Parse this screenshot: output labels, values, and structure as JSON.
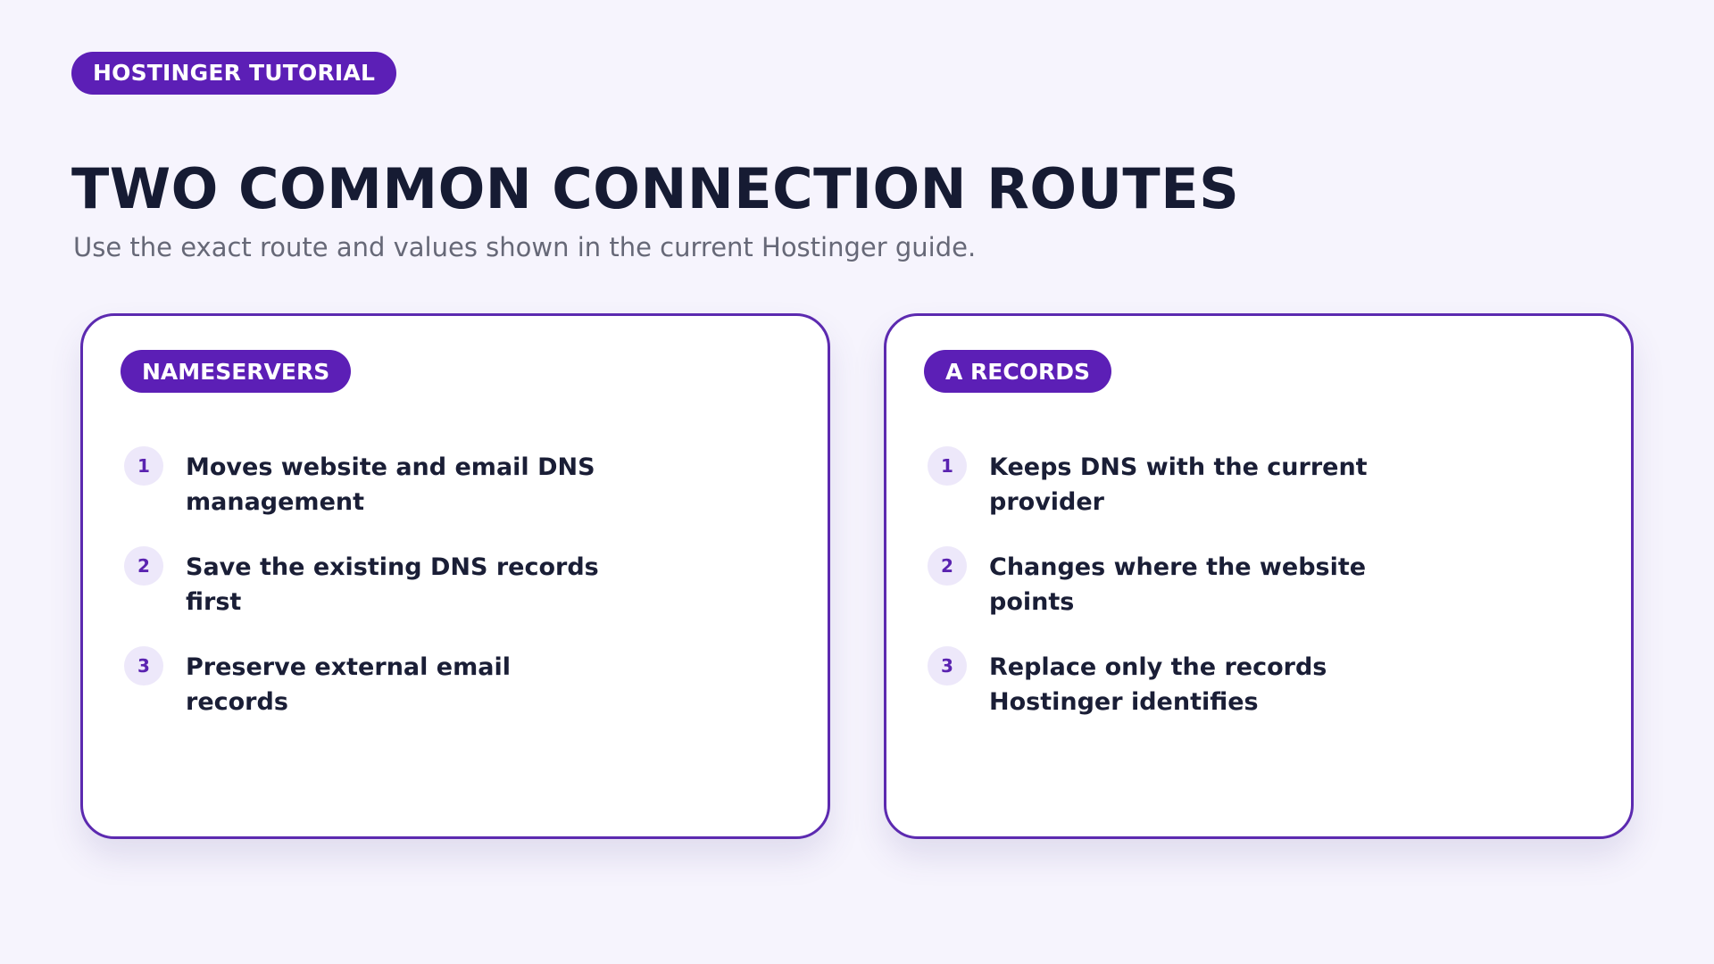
{
  "header": {
    "tag": "HOSTINGER TUTORIAL",
    "title": "TWO COMMON CONNECTION ROUTES",
    "subtitle": "Use the exact route and values shown in the current Hostinger guide."
  },
  "cards": [
    {
      "label": "NAMESERVERS",
      "steps": [
        {
          "number": "1",
          "text": "Moves website and email DNS management"
        },
        {
          "number": "2",
          "text": "Save the existing DNS records first"
        },
        {
          "number": "3",
          "text": "Preserve external email records"
        }
      ]
    },
    {
      "label": "A RECORDS",
      "steps": [
        {
          "number": "1",
          "text": "Keeps DNS with the current provider"
        },
        {
          "number": "2",
          "text": "Changes where the website points"
        },
        {
          "number": "3",
          "text": "Replace only the records Hostinger identifies"
        }
      ]
    }
  ],
  "colors": {
    "accent": "#5c1fb6",
    "background": "#f6f4fd",
    "heading": "#161b33",
    "muted": "#666877",
    "number_bg": "#ede8fa"
  }
}
